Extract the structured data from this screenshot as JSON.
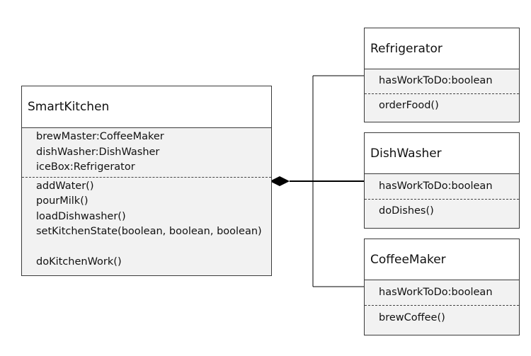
{
  "classes": {
    "smart_kitchen": {
      "name": "SmartKitchen",
      "attributes": [
        "brewMaster:CoffeeMaker",
        "dishWasher:DishWasher",
        "iceBox:Refrigerator"
      ],
      "methods": [
        "addWater()",
        "pourMilk()",
        "loadDishwasher()",
        "setKitchenState(boolean, boolean, boolean)",
        "",
        "doKitchenWork()"
      ]
    },
    "refrigerator": {
      "name": "Refrigerator",
      "attributes": [
        "hasWorkToDo:boolean"
      ],
      "methods": [
        "orderFood()"
      ]
    },
    "dish_washer": {
      "name": "DishWasher",
      "attributes": [
        "hasWorkToDo:boolean"
      ],
      "methods": [
        "doDishes()"
      ]
    },
    "coffee_maker": {
      "name": "CoffeeMaker",
      "attributes": [
        "hasWorkToDo:boolean"
      ],
      "methods": [
        "brewCoffee()"
      ]
    }
  }
}
